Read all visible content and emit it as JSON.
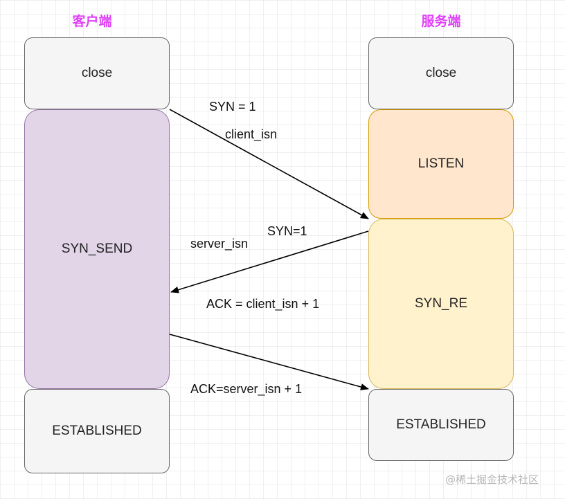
{
  "client": {
    "title": "客户端",
    "states": [
      "close",
      "SYN_SEND",
      "ESTABLISHED"
    ]
  },
  "server": {
    "title": "服务端",
    "states": [
      "close",
      "LISTEN",
      "SYN_RE",
      "ESTABLISHED"
    ]
  },
  "messages": [
    {
      "from": "client",
      "to": "server",
      "lines": [
        "SYN = 1",
        "client_isn"
      ]
    },
    {
      "from": "server",
      "to": "client",
      "lines": [
        "SYN=1",
        "server_isn",
        "ACK = client_isn + 1"
      ]
    },
    {
      "from": "client",
      "to": "server",
      "lines": [
        "ACK=server_isn + 1"
      ]
    }
  ],
  "colors": {
    "header": "#e040fb",
    "state_gray": "#f5f5f5",
    "state_purple": "#e1d5e7",
    "state_orange": "#ffe6cc",
    "state_yellow": "#fff2cc"
  },
  "watermark": "@稀土掘金技术社区"
}
